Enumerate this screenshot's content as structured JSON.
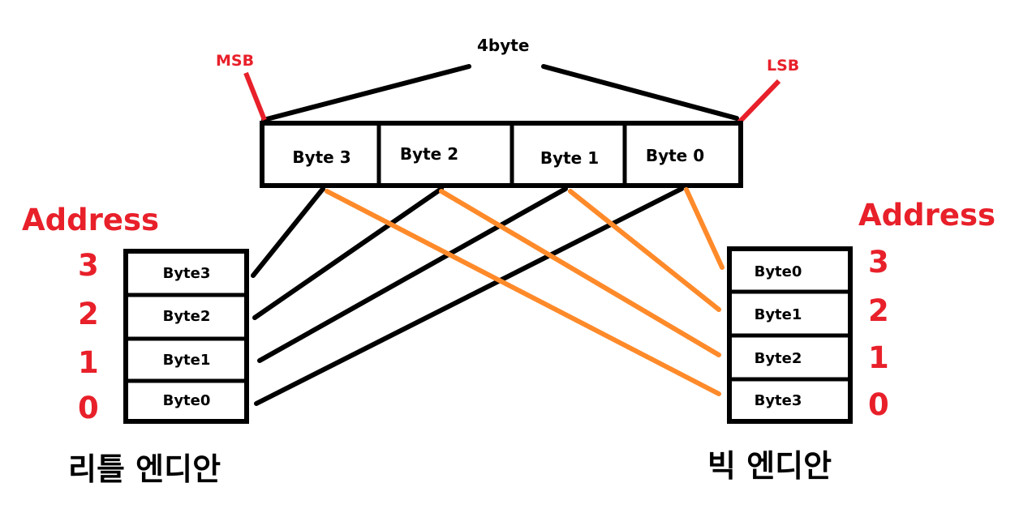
{
  "diagram": {
    "word_size_label": "4byte",
    "msb_label": "MSB",
    "lsb_label": "LSB",
    "word_bytes": [
      "Byte 3",
      "Byte 2",
      "Byte 1",
      "Byte 0"
    ],
    "colors": {
      "label_red": "#e8202a",
      "little_lines": "#000000",
      "big_lines": "#ff8a2a"
    }
  },
  "little_endian": {
    "address_title": "Address",
    "addresses": [
      "3",
      "2",
      "1",
      "0"
    ],
    "cells": [
      "Byte3",
      "Byte2",
      "Byte1",
      "Byte0"
    ],
    "label": "리틀 엔디안"
  },
  "big_endian": {
    "address_title": "Address",
    "addresses": [
      "3",
      "2",
      "1",
      "0"
    ],
    "cells": [
      "Byte0",
      "Byte1",
      "Byte2",
      "Byte3"
    ],
    "label": "빅 엔디안"
  }
}
